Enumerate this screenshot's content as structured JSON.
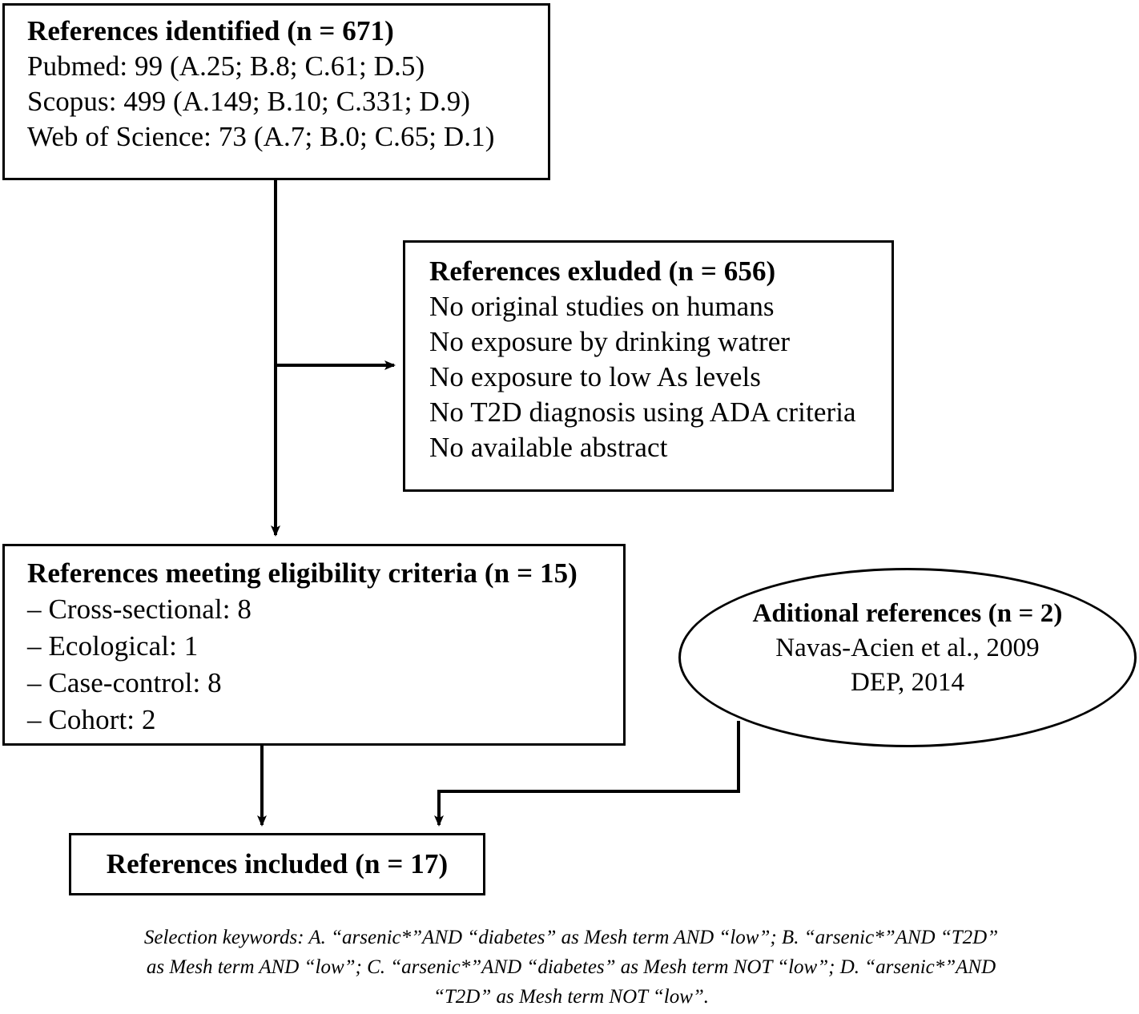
{
  "diagram": {
    "title": "PRISMA reference selection flow diagram",
    "line_color": "#000000",
    "background": "#ffffff"
  },
  "identified": {
    "heading": "References identified (n = 671)",
    "sources": [
      "Pubmed: 99 (A.25; B.8; C.61; D.5)",
      "Scopus: 499 (A.149; B.10; C.331; D.9)",
      "Web of Science: 73 (A.7; B.0; C.65; D.1)"
    ]
  },
  "excluded": {
    "heading": "References exluded (n = 656)",
    "reasons": [
      "No original studies on humans",
      "No exposure by drinking watrer",
      "No exposure to low As levels",
      "No T2D diagnosis using ADA criteria",
      "No available abstract"
    ]
  },
  "eligibility": {
    "heading": "References meeting eligibility criteria (n = 15)",
    "breakdown": [
      "– Cross-sectional: 8",
      "– Ecological: 1",
      "– Case-control: 8",
      "– Cohort: 2"
    ]
  },
  "additional": {
    "heading": "Aditional references (n = 2)",
    "entries": [
      "Navas-Acien et al., 2009",
      "DEP, 2014"
    ]
  },
  "included": {
    "heading": "References included (n = 17)"
  },
  "footnote": {
    "lines": [
      "Selection keywords: A. “arsenic*”AND “diabetes” as Mesh term AND “low”; B. “arsenic*”AND “T2D”",
      "as Mesh term AND “low”; C. “arsenic*”AND “diabetes” as Mesh term NOT “low”; D. “arsenic*”AND",
      "“T2D” as Mesh term NOT “low”."
    ]
  },
  "chart_data": {
    "type": "diagram",
    "title": "PRISMA flow of reference selection",
    "nodes": [
      {
        "id": "identified",
        "shape": "rect",
        "label": "References identified (n = 671)",
        "n": 671
      },
      {
        "id": "excluded",
        "shape": "rect",
        "label": "References exluded (n = 656)",
        "n": 656
      },
      {
        "id": "eligibility",
        "shape": "rect",
        "label": "References meeting eligibility criteria (n = 15)",
        "n": 15
      },
      {
        "id": "additional",
        "shape": "ellipse",
        "label": "Aditional references (n = 2)",
        "n": 2
      },
      {
        "id": "included",
        "shape": "rect",
        "label": "References included (n = 17)",
        "n": 17
      }
    ],
    "edges": [
      {
        "from": "identified",
        "to": "excluded",
        "arrow": true
      },
      {
        "from": "identified",
        "to": "eligibility",
        "arrow": true
      },
      {
        "from": "eligibility",
        "to": "included",
        "arrow": true
      },
      {
        "from": "additional",
        "to": "included",
        "arrow": true
      }
    ],
    "source_counts": {
      "Pubmed": 99,
      "Scopus": 499,
      "Web of Science": 73
    },
    "design_counts": {
      "Cross-sectional": 8,
      "Ecological": 1,
      "Case-control": 8,
      "Cohort": 2
    }
  }
}
